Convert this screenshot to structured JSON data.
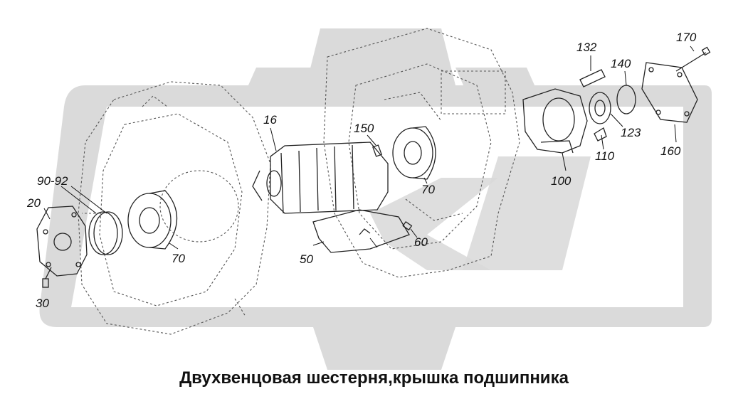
{
  "caption": "Двухвенцовая шестерня,крышка подшипника",
  "watermark_color": "#d2d2d2",
  "callouts": [
    {
      "id": "20",
      "text": "20"
    },
    {
      "id": "30",
      "text": "30"
    },
    {
      "id": "90-92",
      "text": "90-92"
    },
    {
      "id": "70a",
      "text": "70"
    },
    {
      "id": "50",
      "text": "50"
    },
    {
      "id": "16",
      "text": "16"
    },
    {
      "id": "150",
      "text": "150"
    },
    {
      "id": "70b",
      "text": "70"
    },
    {
      "id": "60",
      "text": "60"
    },
    {
      "id": "100",
      "text": "100"
    },
    {
      "id": "110",
      "text": "110"
    },
    {
      "id": "132",
      "text": "132"
    },
    {
      "id": "140",
      "text": "140"
    },
    {
      "id": "123",
      "text": "123"
    },
    {
      "id": "160",
      "text": "160"
    },
    {
      "id": "170",
      "text": "170"
    }
  ]
}
